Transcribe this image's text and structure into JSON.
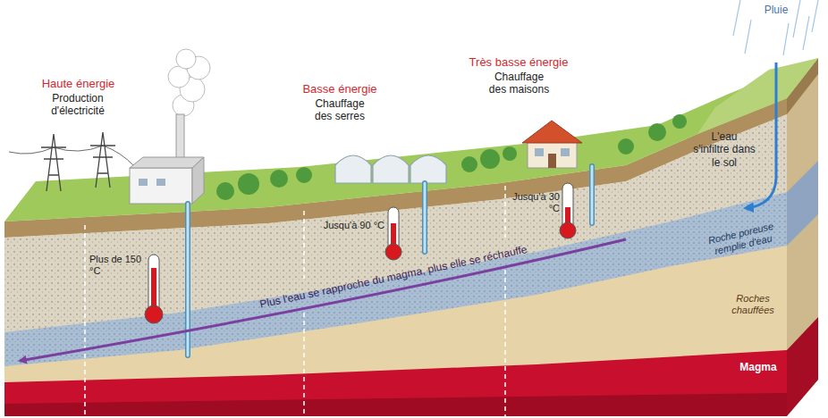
{
  "diagram": {
    "labels": [
      "Haute énergie",
      "Production d'électricité",
      "Basse énergie",
      "Chauffage des serres",
      "Très basse énergie",
      "Chauffage des maisons",
      "Pluie",
      "L'eau s'infiltre dans le sol",
      "Jusqu'à 30 °C",
      "Jusqu'à 90 °C",
      "Plus de 150 °C",
      "Roche poreuse remplie d'eau",
      "Roches chauffées",
      "Magma",
      "Plus l'eau se rapproche du magma, plus elle se réchauffe"
    ]
  }
}
